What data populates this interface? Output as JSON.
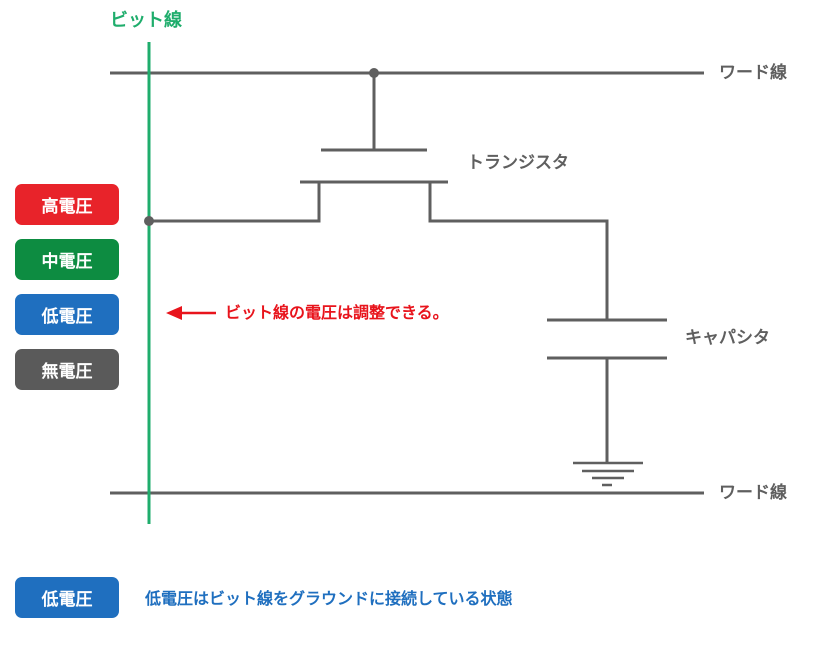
{
  "bit_line": {
    "label": "ビット線",
    "color": "#1fad6c"
  },
  "word_lines": [
    {
      "label": "ワード線"
    },
    {
      "label": "ワード線"
    }
  ],
  "components": {
    "transistor": "トランジスタ",
    "capacitor": "キャパシタ"
  },
  "wire_color": "#5f5f5f",
  "voltage_levels": [
    {
      "label": "高電圧",
      "color": "#e8232a"
    },
    {
      "label": "中電圧",
      "color": "#0d8c41"
    },
    {
      "label": "低電圧",
      "color": "#1f6fbf"
    },
    {
      "label": "無電圧",
      "color": "#5a5a5a"
    }
  ],
  "annotation": {
    "text": "ビット線の電圧は調整できる。",
    "color": "#e8141c",
    "arrow": "left-arrow"
  },
  "legend": {
    "badge": "低電圧",
    "badge_color": "#1f6fbf",
    "description": "低電圧はビット線をグラウンドに接続している状態",
    "description_color": "#1f6fbf"
  }
}
